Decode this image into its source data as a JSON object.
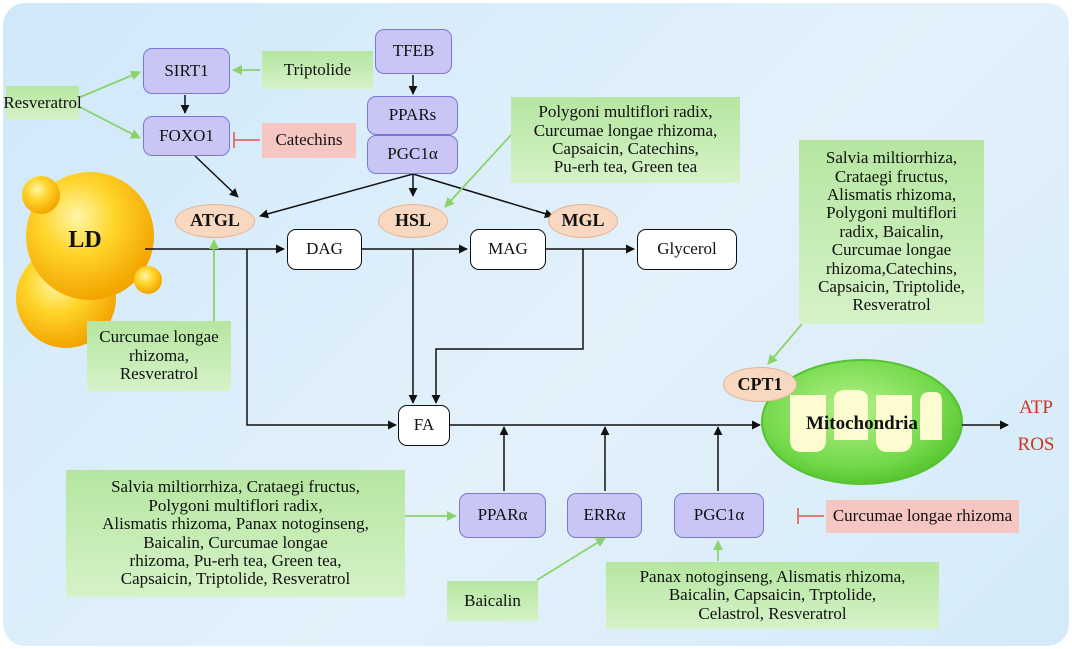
{
  "nodes": {
    "tfeb": "TFEB",
    "ppars": "PPARs",
    "pgc1a_top": "PGC1α",
    "sirt1": "SIRT1",
    "foxo1": "FOXO1",
    "resveratrol": "Resveratrol",
    "triptolide": "Triptolide",
    "catechins": "Catechins",
    "ld": "LD",
    "atgl": "ATGL",
    "hsl": "HSL",
    "mgl": "MGL",
    "dag": "DAG",
    "mag": "MAG",
    "glycerol": "Glycerol",
    "fa": "FA",
    "cpt1": "CPT1",
    "mitochondria": "Mitochondria",
    "atp": "ATP",
    "ros": "ROS",
    "ppara": "PPARα",
    "erra": "ERRα",
    "pgc1a_bottom": "PGC1α",
    "baicalin": "Baicalin",
    "curcumae_inhibit": "Curcumae longae rhizoma"
  },
  "green_boxes": {
    "hsl_top": [
      "Polygoni multiflori radix,",
      "Curcumae longae rhizoma,",
      "Capsaicin, Catechins,",
      "Pu-erh tea, Green tea"
    ],
    "cpt1": [
      "Salvia miltiorrhiza,",
      "Crataegi fructus,",
      "Alismatis rhizoma,",
      "Polygoni multiflori",
      "radix, Baicalin,",
      "Curcumae longae",
      "rhizoma,Catechins,",
      "Capsaicin, Triptolide,",
      "Resveratrol"
    ],
    "atgl_bottom": [
      "Curcumae longae",
      "rhizoma,",
      "Resveratrol"
    ],
    "ppara": [
      "Salvia miltiorrhiza, Crataegi fructus,",
      "Polygoni multiflori radix,",
      "Alismatis rhizoma, Panax notoginseng,",
      "Baicalin, Curcumae longae",
      "rhizoma, Pu-erh tea, Green tea,",
      "Capsaicin, Triptolide, Resveratrol"
    ],
    "pgc1a_bottom": [
      "Panax notoginseng, Alismatis rhizoma,",
      "Baicalin, Capsaicin, Trptolide,",
      "Celastrol, Resveratrol"
    ]
  },
  "colors": {
    "purple_node": "#c9c6f6",
    "green_box": "#c6ecb4",
    "pink_box": "#f5c6c2",
    "oval": "#f8d8c0",
    "ld_sphere": "#fcc21a",
    "mitochondria": "#7ee05a",
    "arrow_green": "#8cd26a",
    "inhibit": "#e06a64",
    "output_red": "#c8361d"
  }
}
